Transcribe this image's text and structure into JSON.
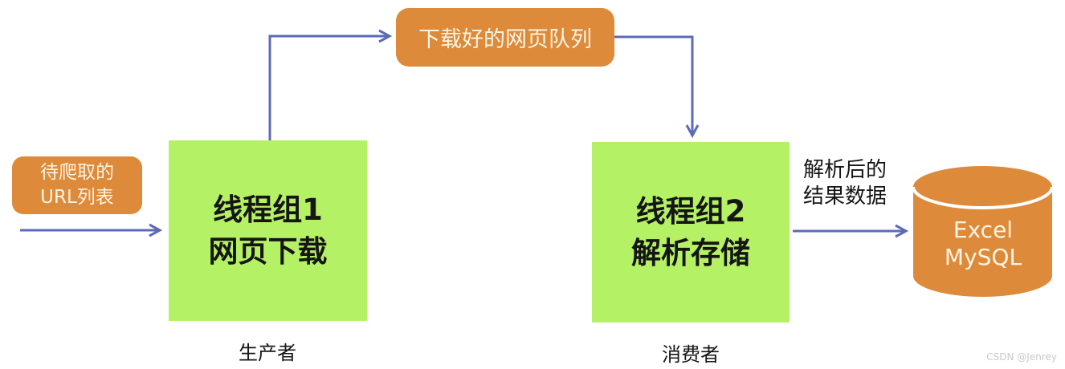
{
  "colors": {
    "orange": "#DE8A3B",
    "green": "#B5F164",
    "arrow": "#5C6BB8",
    "box_text": "#FCF5E3",
    "text": "#151515",
    "watermark": "#C9C9C9"
  },
  "nodes": {
    "url_list": {
      "line1": "待爬取的",
      "line2": "URL列表"
    },
    "queue": {
      "label": "下载好的网页队列"
    },
    "thread_group_1": {
      "line1": "线程组1",
      "line2": "网页下载",
      "caption": "生产者"
    },
    "thread_group_2": {
      "line1": "线程组2",
      "line2": "解析存储",
      "caption": "消费者"
    },
    "result_data_note": {
      "line1": "解析后的",
      "line2": "结果数据"
    },
    "database": {
      "line1": "Excel",
      "line2": "MySQL"
    }
  },
  "watermark": "CSDN @Jenrey"
}
